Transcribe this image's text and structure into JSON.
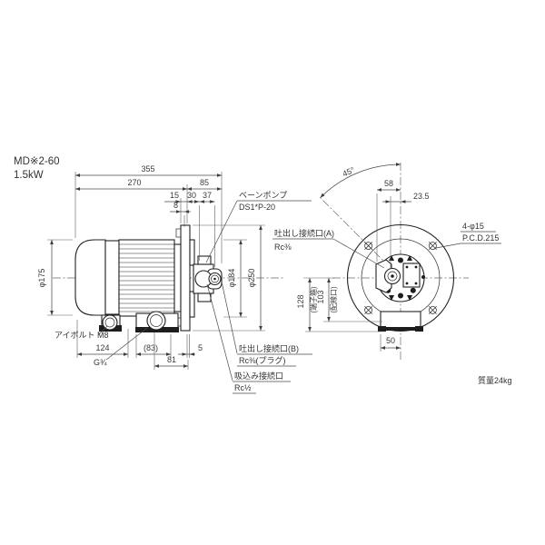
{
  "drawing": {
    "model": "MD※2-60",
    "power": "1.5kW",
    "mass": "質量24kg"
  },
  "side_view": {
    "dims": {
      "d355": "355",
      "d270": "270",
      "d85": "85",
      "d15": "15",
      "d30": "30",
      "d37": "37",
      "d8": "8",
      "d175": "φ175",
      "d184": "φ184",
      "d250": "φ250",
      "d124": "124",
      "d83": "(83)",
      "d81": "81",
      "d5": "5"
    },
    "labels": {
      "pump_name": "ベーンポンプ",
      "pump_model": "DS1*P-20",
      "eyebolt": "アイボルト M8",
      "thread_g34": "G¾",
      "discharge_b": "吐出し接続口(B)",
      "discharge_b_spec": "Rc⅜(プラグ)",
      "suction": "吸込み接続口",
      "suction_spec": "Rc½"
    }
  },
  "front_view": {
    "dims": {
      "angle": "45°",
      "d58": "58",
      "d235": "23.5",
      "d50": "50",
      "d128": "128",
      "d128_note": "(端子箱)",
      "d103": "103",
      "d103_note": "(配線口)",
      "bolt_holes": "4-φ15",
      "pcd": "P.C.D.215"
    },
    "labels": {
      "discharge_a": "吐出し接続口(A)",
      "discharge_a_spec": "Rc⅜"
    }
  }
}
